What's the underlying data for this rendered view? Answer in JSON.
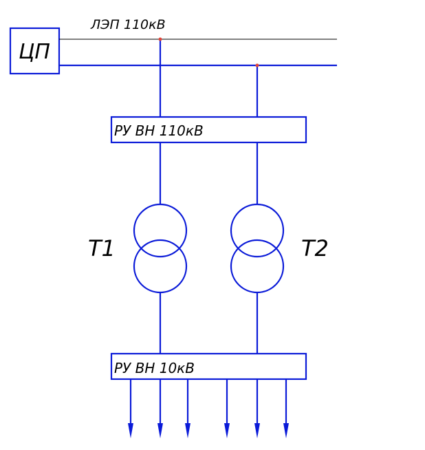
{
  "diagram": {
    "center_label": "ЦП",
    "line_label": "ЛЭП 110кВ",
    "hv_switchgear_label": "РУ ВН 110кВ",
    "lv_switchgear_label": "РУ ВН 10кВ",
    "transformer_1_label": "T1",
    "transformer_2_label": "T2",
    "outgoing_feeders_count": 6,
    "colors": {
      "wire": "#0a1ad8",
      "box": "#0a1ad8",
      "junction": "#e0463c",
      "text": "#000000"
    }
  }
}
